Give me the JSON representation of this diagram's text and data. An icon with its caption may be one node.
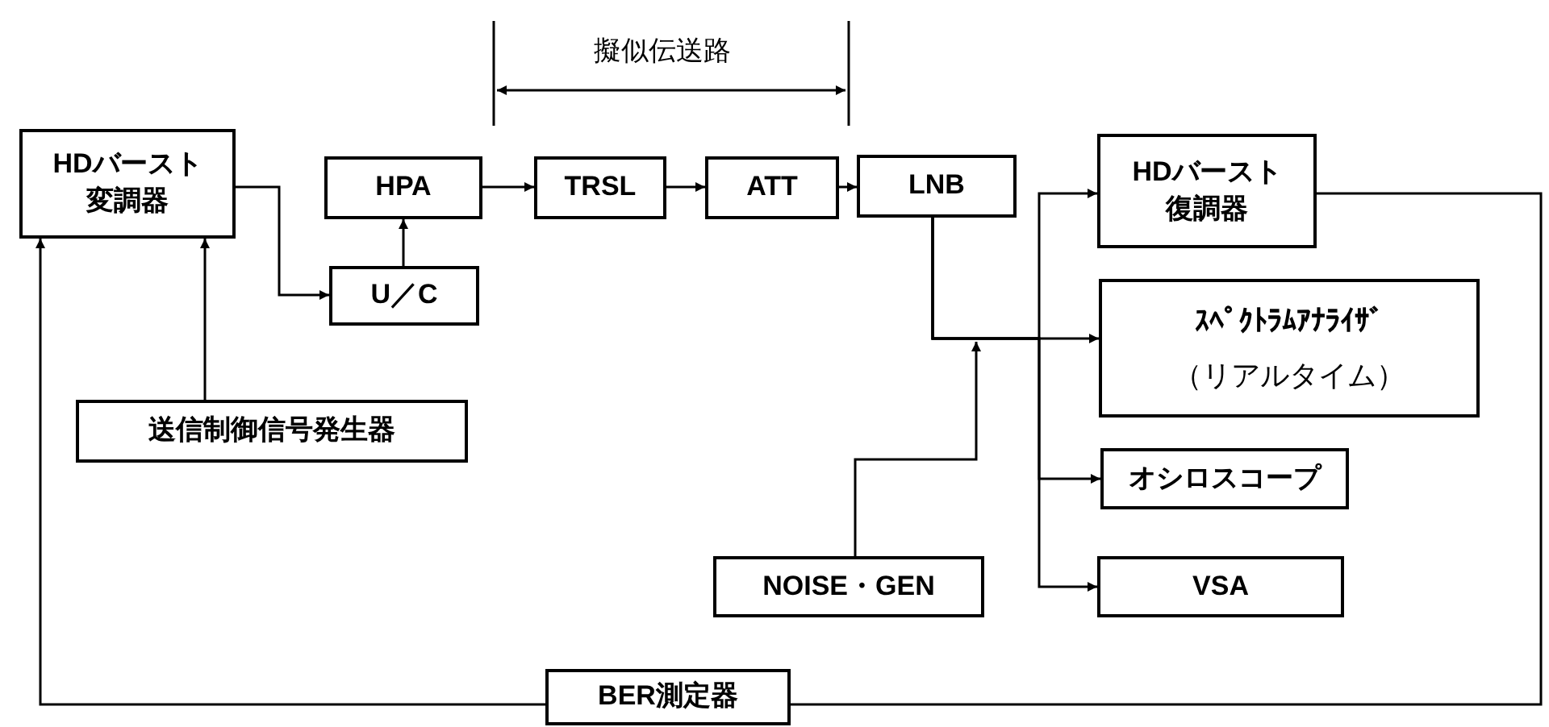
{
  "diagram": {
    "nodes": [
      {
        "text": [
          "HDバースト変調器"
        ]
      },
      {
        "text": [
          "HPA"
        ]
      },
      {
        "text": [
          "U／C"
        ]
      },
      {
        "text": [
          "TRSL"
        ]
      },
      {
        "text": [
          "ATT"
        ]
      },
      {
        "text": [
          "LNB"
        ]
      },
      {
        "text": [
          "HDバースト復調器"
        ]
      },
      {
        "text": [
          "ｽﾍﾟｸﾄﾗﾑｱﾅﾗｲｻﾞ",
          "（リアルタイム）"
        ]
      },
      {
        "text": [
          "オシロスコープ"
        ]
      },
      {
        "text": [
          "VSA"
        ]
      },
      {
        "text": [
          "送信制御信号発生器"
        ]
      },
      {
        "text": [
          "NOISE・GEN"
        ]
      },
      {
        "text": [
          "BER測定器"
        ]
      }
    ],
    "edges": [
      {
        "from": 0,
        "to": 2,
        "arrow": "to"
      },
      {
        "from": 2,
        "to": 1,
        "arrow": "to"
      },
      {
        "from": 1,
        "to": 3,
        "arrow": "to"
      },
      {
        "from": 3,
        "to": 4,
        "arrow": "to"
      },
      {
        "from": 4,
        "to": 5,
        "arrow": "to"
      },
      {
        "from": 5,
        "to": 6,
        "arrow": "to"
      },
      {
        "from": 5,
        "to": 7,
        "arrow": "to"
      },
      {
        "from": 5,
        "to": 8,
        "arrow": "to"
      },
      {
        "from": 5,
        "to": 9,
        "arrow": "to"
      },
      {
        "from": 11,
        "to": null,
        "arrow": "to"
      },
      {
        "from": 10,
        "to": 0,
        "arrow": "to"
      },
      {
        "from": 12,
        "to": 0,
        "arrow": "to"
      },
      {
        "from": 6,
        "to": 12,
        "arrow": "none"
      }
    ],
    "labels": [
      "擬似伝送路"
    ]
  }
}
